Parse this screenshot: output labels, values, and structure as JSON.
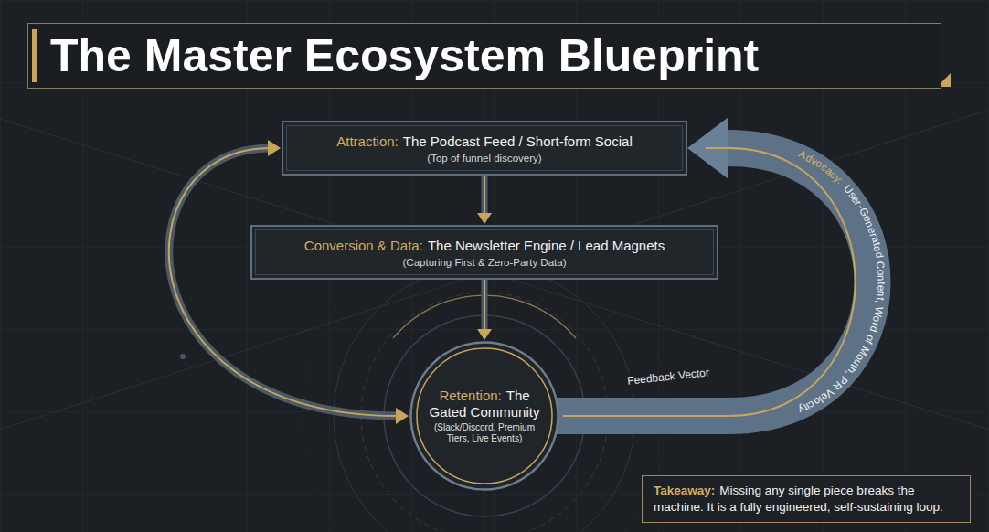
{
  "diagram": {
    "title": "The Master Ecosystem Blueprint",
    "nodes": [
      {
        "text": [
          "Attraction:",
          "The Podcast Feed / Short-form Social",
          "(Top of funnel discovery)"
        ]
      },
      {
        "text": [
          "Conversion & Data:",
          "The Newsletter Engine / Lead Magnets",
          "(Capturing First & Zero-Party Data)"
        ]
      },
      {
        "text": [
          "Retention:",
          "The Gated Community",
          "(Slack/Discord, Premium Tiers, Live Events)"
        ]
      },
      {
        "text": [
          "Takeaway:",
          "Missing any single piece breaks the machine. It is a fully engineered, self-sustaining loop."
        ]
      }
    ],
    "edges": [
      {
        "from": 0,
        "to": 1,
        "arrow": "to"
      },
      {
        "from": 1,
        "to": 2,
        "arrow": "to"
      },
      {
        "from": 2,
        "to": 0,
        "arrow": "both"
      },
      {
        "from": 2,
        "to": 0,
        "label": "Feedback Vector",
        "arrow": "to"
      }
    ],
    "labels": [
      "Advocacy:",
      "User-Generated Content, Word of Mouth, PR Velocity"
    ]
  }
}
